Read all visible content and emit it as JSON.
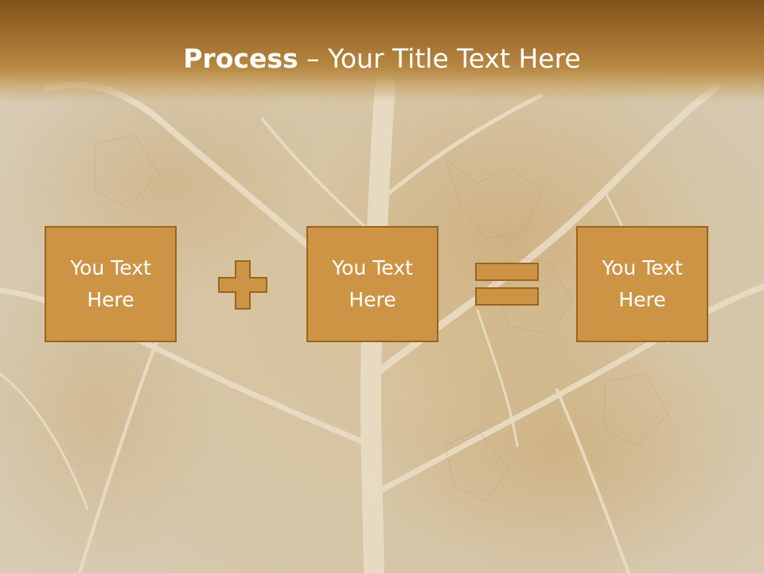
{
  "slide": {
    "title_bold": "Process",
    "title_rest": " – Your Title Text Here",
    "boxes": [
      {
        "text": "You Text Here"
      },
      {
        "text": "You Text Here"
      },
      {
        "text": "You Text Here"
      }
    ],
    "operators": [
      "plus-icon",
      "equals-icon"
    ],
    "colors": {
      "title_bar": "#9b6a2a",
      "box_fill": "#cd9445",
      "box_border": "#9a6520",
      "background": "#d9ccb2",
      "text": "#ffffff"
    }
  }
}
